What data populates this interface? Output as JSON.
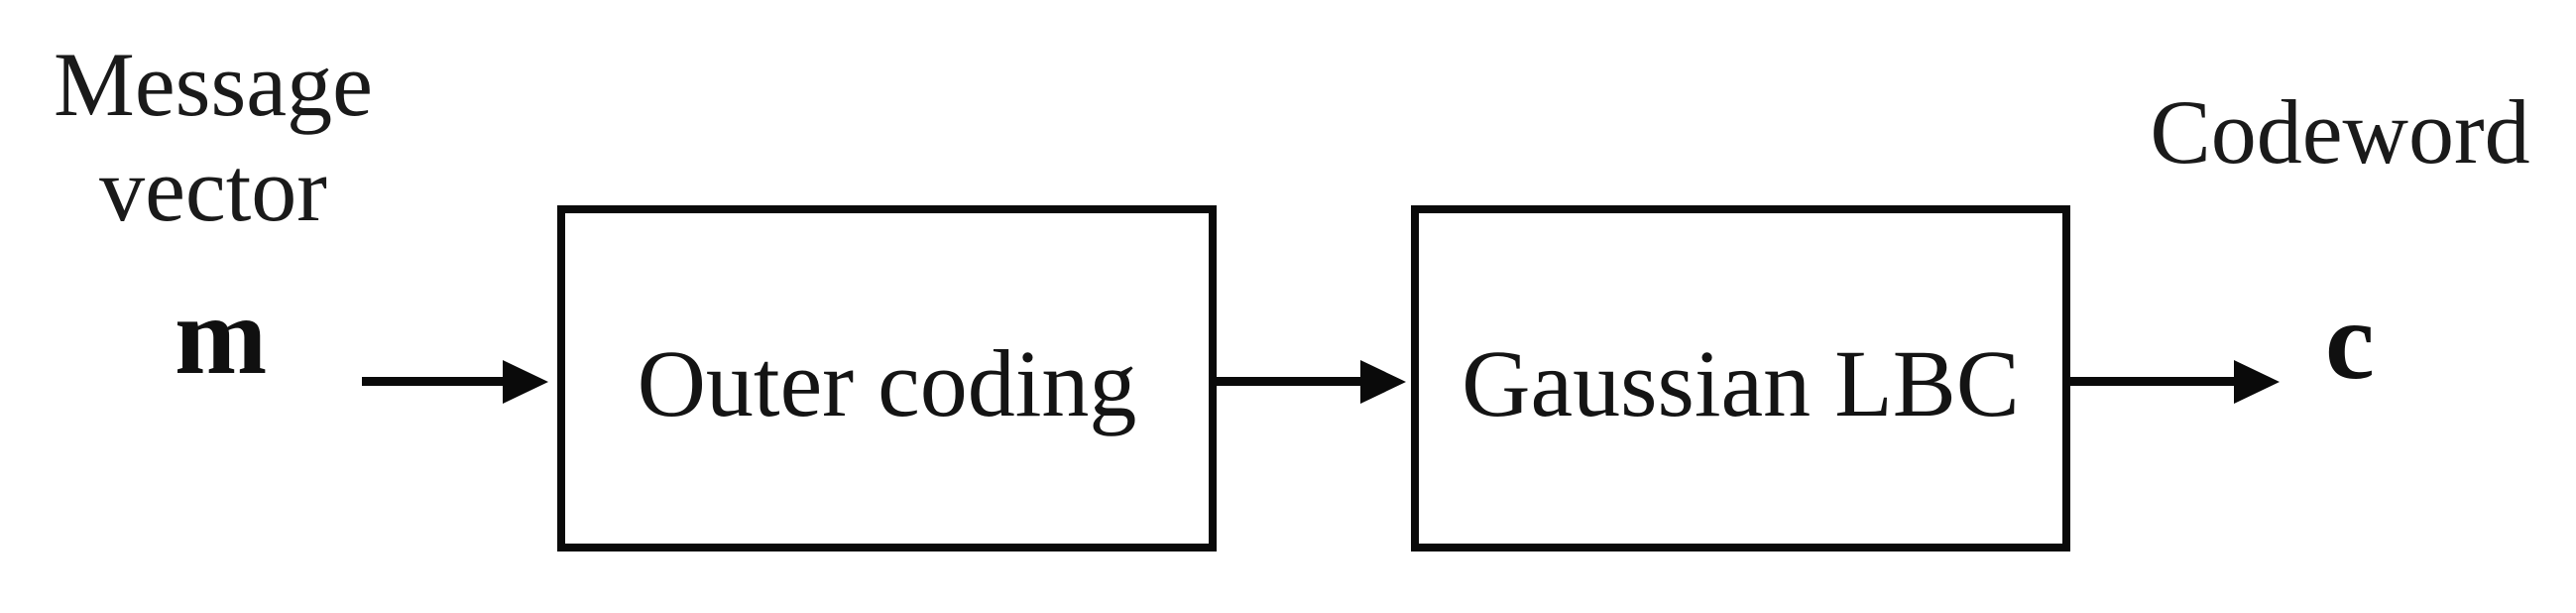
{
  "diagram": {
    "title_semantic": "encoding-block-diagram",
    "input_label": {
      "line1": "Message",
      "line2": "vector"
    },
    "input_symbol": "m",
    "blocks": [
      {
        "label": "Outer coding"
      },
      {
        "label": "Gaussian LBC"
      }
    ],
    "output_label": "Codeword",
    "output_symbol": "c",
    "arrows": [
      {
        "name": "input-to-outer-coding"
      },
      {
        "name": "outer-coding-to-gaussian-lbc"
      },
      {
        "name": "gaussian-lbc-to-codeword"
      }
    ],
    "colors": {
      "stroke": "#0a0a0a",
      "text": "#141414",
      "background": "#ffffff"
    }
  }
}
